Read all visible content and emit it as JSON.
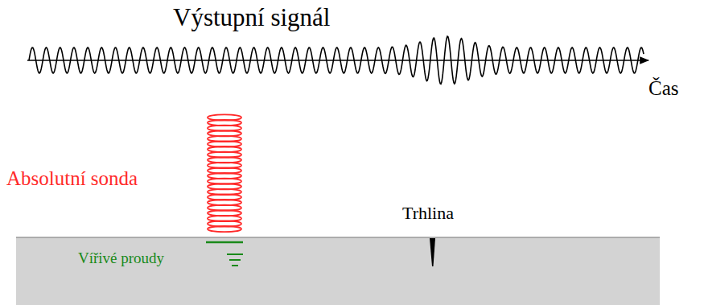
{
  "diagram": {
    "labels": [
      "Výstupní signál",
      "Čas",
      "Absolutní sonda",
      "Vířivé proudy",
      "Trhlina"
    ]
  }
}
